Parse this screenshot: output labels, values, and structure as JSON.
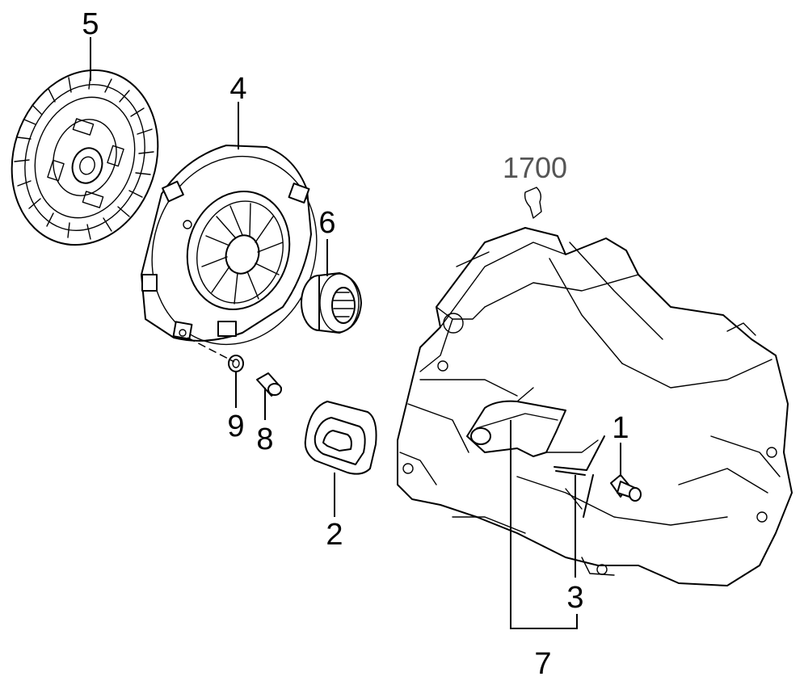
{
  "callouts": {
    "p1": "1",
    "p2": "2",
    "p3": "3",
    "p4": "4",
    "p5": "5",
    "p6": "6",
    "p7": "7",
    "p8": "8",
    "p9": "9"
  },
  "reference": {
    "label": "1700",
    "color": "#555555"
  },
  "colors": {
    "line": "#000000",
    "background": "#ffffff"
  }
}
